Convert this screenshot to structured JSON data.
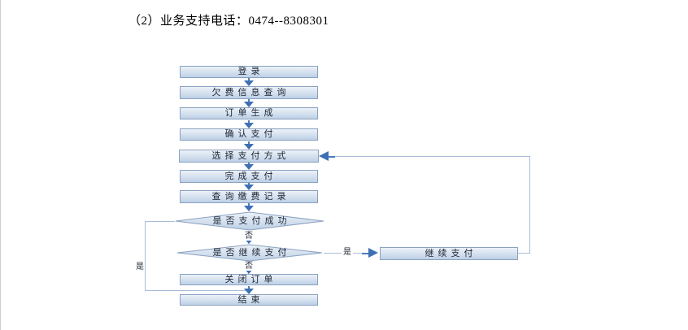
{
  "header": {
    "support_phone_line": "（2）业务支持电话：0474--8308301"
  },
  "flowchart": {
    "nodes": [
      {
        "id": "login",
        "type": "process",
        "label": "登录"
      },
      {
        "id": "arrears-info-query",
        "type": "process",
        "label": "欠费信息查询"
      },
      {
        "id": "order-generation",
        "type": "process",
        "label": "订单生成"
      },
      {
        "id": "confirm-payment",
        "type": "process",
        "label": "确认支付"
      },
      {
        "id": "choose-payment-method",
        "type": "process",
        "label": "选择支付方式"
      },
      {
        "id": "complete-payment",
        "type": "process",
        "label": "完成支付"
      },
      {
        "id": "query-payment-records",
        "type": "process",
        "label": "查询缴费记录"
      },
      {
        "id": "payment-success-decision",
        "type": "decision",
        "label": "是否支付成功"
      },
      {
        "id": "continue-payment-decision",
        "type": "decision",
        "label": "是否继续支付"
      },
      {
        "id": "close-order",
        "type": "process",
        "label": "关闭订单"
      },
      {
        "id": "end",
        "type": "process",
        "label": "结束"
      },
      {
        "id": "continue-payment",
        "type": "process",
        "label": "继续支付"
      }
    ],
    "edge_labels": {
      "no_payment_failed": "否",
      "no_not_continue": "否",
      "yes_payment_success": "是",
      "yes_continue": "是"
    },
    "colors": {
      "node_fill_top": "#ebf1f8",
      "node_fill_bottom": "#bdd0e6",
      "node_border": "#8ba1c1",
      "arrow_blue": "#3e6fb4",
      "connector_line": "#a9bdd8"
    }
  }
}
